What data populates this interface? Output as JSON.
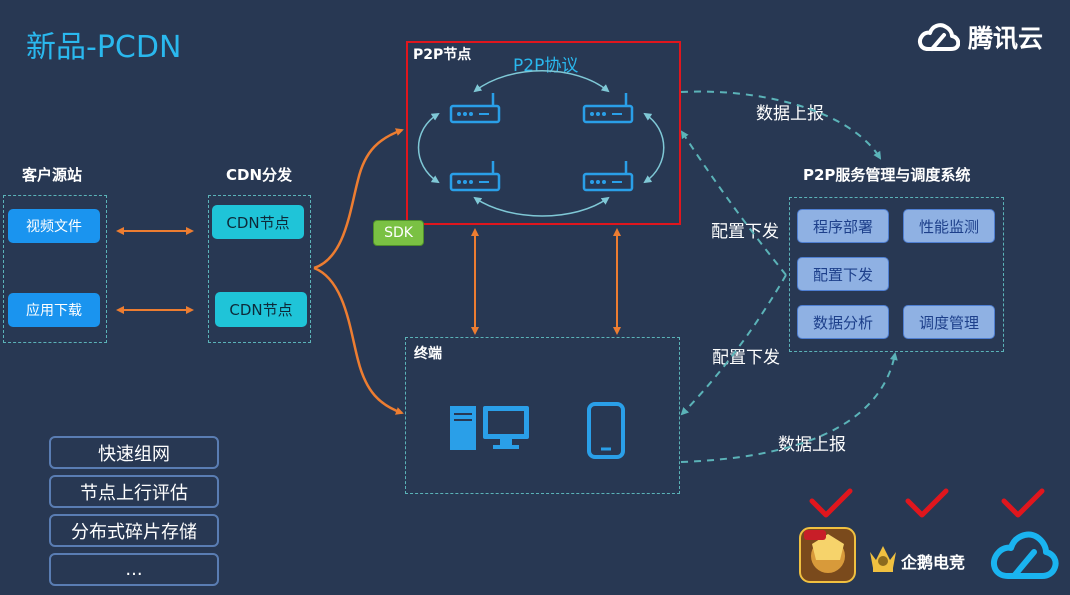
{
  "header": {
    "title": "新品-PCDN",
    "brand": "腾讯云"
  },
  "sections": {
    "origin": {
      "label": "客户源站",
      "items": [
        "视频文件",
        "应用下载"
      ]
    },
    "cdn": {
      "label": "CDN分发",
      "items": [
        "CDN节点",
        "CDN节点"
      ]
    },
    "p2p_node": {
      "label": "P2P节点",
      "protocol": "P2P协议"
    },
    "sdk": {
      "label": "SDK"
    },
    "terminal": {
      "label": "终端"
    },
    "management": {
      "label": "P2P服务管理与调度系统",
      "items": [
        "程序部署",
        "性能监测",
        "配置下发",
        "数据分析",
        "调度管理"
      ]
    }
  },
  "flow_labels": {
    "report_top": "数据上报",
    "config_top": "配置下发",
    "config_bottom": "配置下发",
    "report_bottom": "数据上报"
  },
  "features": [
    "快速组网",
    "节点上行评估",
    "分布式碎片存储",
    "..."
  ],
  "partners": {
    "esports_label": "企鹅电竞"
  },
  "colors": {
    "background": "#283853",
    "accent_blue": "#2ab8ee",
    "arrow_orange": "#ed7d31",
    "dashed_teal": "#5bb3b8",
    "highlight_red": "#e0161d",
    "check_red": "#e0161d"
  }
}
